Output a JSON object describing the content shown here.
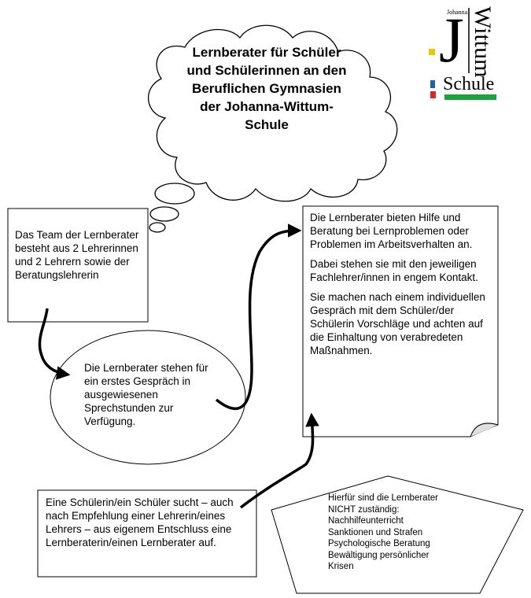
{
  "cloud": {
    "title": "Lernberater für Schüler und Schülerinnen an den Beruflichen Gymnasien der Johanna-Wittum-Schule"
  },
  "logo": {
    "johanna": "Johanna",
    "letter": "J",
    "wittum": "Wittum",
    "schule": "Schule",
    "colors": {
      "yellow": "#f2c500",
      "red": "#d9262b",
      "blue": "#1f5fae",
      "green": "#1aa23c"
    }
  },
  "team_box": {
    "text": "Das Team der Lernberater besteht aus 2 Lehrerinnen und 2 Lehrern sowie der Beratungslehrerin"
  },
  "ellipse": {
    "text": "Die Lernberater stehen für ein erstes Gespräch in ausgewiesenen Sprechstunden zur Verfügung."
  },
  "help_box": {
    "para1": "Die Lernberater bieten Hilfe und Beratung bei Lernproblemen oder Problemen im Arbeitsverhalten an.",
    "para2": "Dabei stehen sie mit den jeweiligen Fachlehrer/innen  in engem Kontakt.",
    "para3": "Sie machen  nach einem individuellen Gespräch  mit dem Schüler/der Schülerin Vorschläge und achten auf die Einhaltung von verabredeten Maßnahmen."
  },
  "student_box": {
    "text": "Eine Schülerin/ein Schüler sucht – auch nach Empfehlung einer Lehrerin/eines Lehrers – aus eigenem Entschluss eine Lernberaterin/einen Lernberater auf."
  },
  "pentagon": {
    "heading": "Hierfür sind die Lernberater NICHT zuständig:",
    "items": [
      "Nachhilfeunterricht",
      "Sanktionen und Strafen",
      "Psychologische Beratung",
      "Bewältigung persönlicher Krisen"
    ]
  }
}
